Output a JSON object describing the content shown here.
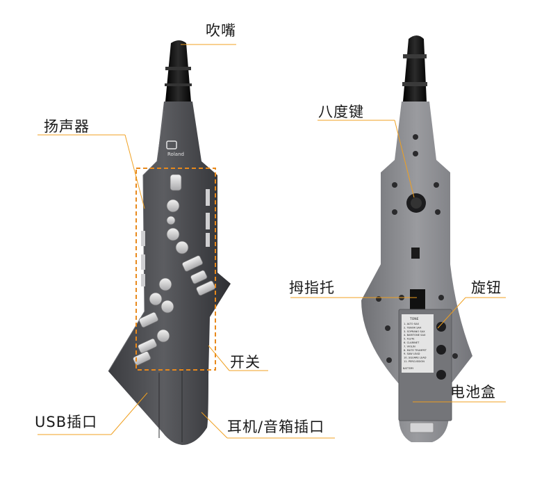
{
  "labels": {
    "mouthpiece": "吹嘴",
    "speaker": "扬声器",
    "usb_port": "USB插口",
    "power_switch": "开关",
    "headphone_port": "耳机/音箱插口",
    "octave_key": "八度键",
    "thumb_rest": "拇指托",
    "knob": "旋钮",
    "battery_box": "电池盒"
  },
  "device": {
    "brand": "Roland",
    "tone_panel": {
      "title": "TONE",
      "items": [
        "1. ALTO SAX",
        "2. TENOR SAX",
        "3. SOPRANO SAX",
        "4. BARITONE SAX",
        "5. FLUTE",
        "6. CLARINET",
        "7. VIOLIN",
        "8. MUTE TRUMPET",
        "9. SAW LEAD",
        "10. SQUARE LEAD",
        "11. PERCUSSION"
      ],
      "battery_label": "BATTERY"
    }
  },
  "colors": {
    "label_line": "#f0a020",
    "highlight_box": "#e8891c",
    "body_dark": "#4a4b4f",
    "body_light": "#8d8e92",
    "mouthpiece": "#111111"
  }
}
